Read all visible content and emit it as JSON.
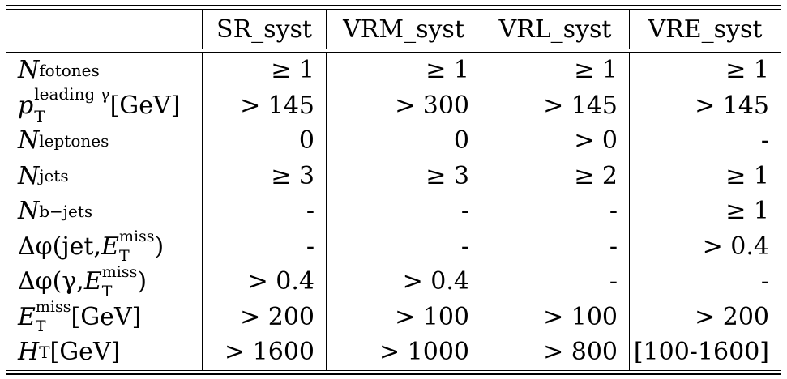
{
  "columns": [
    "SR_syst",
    "VRM_syst",
    "VRL_syst",
    "VRE_syst"
  ],
  "rows": [
    {
      "label": {
        "base": "N",
        "sub": "fotones"
      },
      "values": [
        "≥ 1",
        "≥ 1",
        "≥ 1",
        "≥ 1"
      ]
    },
    {
      "label": {
        "base": "p",
        "sup": "leading γ",
        "sub": "T",
        "suffix": "[GeV]"
      },
      "values": [
        "> 145",
        "> 300",
        "> 145",
        "> 145"
      ]
    },
    {
      "label": {
        "base": "N",
        "sub": "leptones"
      },
      "values": [
        "0",
        "0",
        "> 0",
        "-"
      ]
    },
    {
      "label": {
        "base": "N",
        "sub": "jets"
      },
      "values": [
        "≥ 3",
        "≥ 3",
        "≥ 2",
        "≥ 1"
      ]
    },
    {
      "label": {
        "base": "N",
        "sub": "b−jets"
      },
      "values": [
        "-",
        "-",
        "-",
        "≥ 1"
      ]
    },
    {
      "label": {
        "prefix": "Δφ(jet, ",
        "base": "E",
        "sup": "miss",
        "sub": "T",
        "suffix": ")"
      },
      "values": [
        "-",
        "-",
        "-",
        "> 0.4"
      ]
    },
    {
      "label": {
        "prefix": "Δφ(γ, ",
        "base": "E",
        "sup": "miss",
        "sub": "T",
        "suffix": ")"
      },
      "values": [
        "> 0.4",
        "> 0.4",
        "-",
        "-"
      ]
    },
    {
      "label": {
        "base": "E",
        "sup": "miss",
        "sub": "T",
        "suffix": " [GeV]"
      },
      "values": [
        "> 200",
        "> 100",
        "> 100",
        "> 200"
      ]
    },
    {
      "label": {
        "base": "H",
        "sub": "T",
        "suffix": " [GeV]"
      },
      "values": [
        "> 1600",
        "> 1000",
        "> 800",
        "[100-1600]"
      ]
    }
  ]
}
